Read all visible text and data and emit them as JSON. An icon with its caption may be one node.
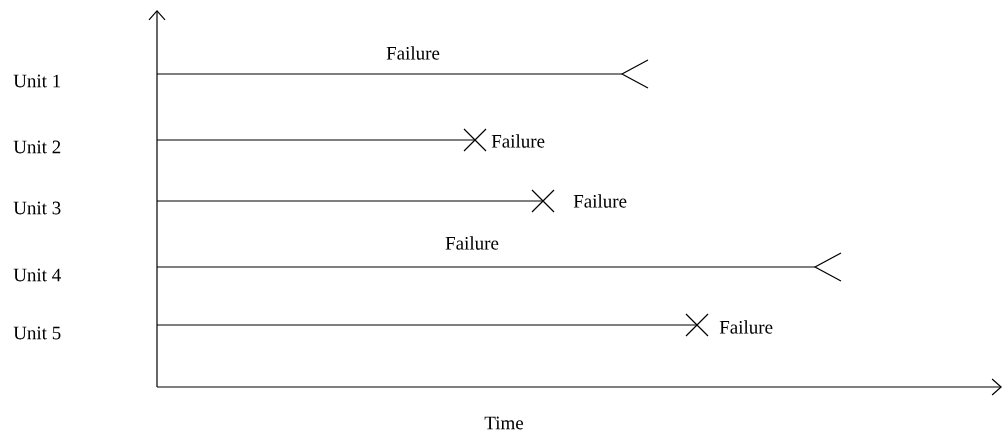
{
  "diagram": {
    "nodes": [
      {
        "text": [],
        "shape": "chevron"
      },
      {
        "text": [],
        "shape": "cross",
        "beside": [
          "Failure"
        ]
      },
      {
        "text": [],
        "shape": "cross",
        "beside": [
          "Failure"
        ]
      },
      {
        "text": [],
        "shape": "chevron"
      },
      {
        "text": [],
        "shape": "cross",
        "beside": [
          "Failure"
        ]
      }
    ],
    "edges": [
      {
        "from": null,
        "to": 0,
        "arrow": "none"
      },
      {
        "from": null,
        "to": 1,
        "arrow": "none"
      },
      {
        "from": null,
        "to": 2,
        "arrow": "none"
      },
      {
        "from": null,
        "to": 3,
        "arrow": "none"
      },
      {
        "from": null,
        "to": 4,
        "arrow": "none"
      }
    ],
    "labels": [
      "Failure",
      "Unit 1",
      "Unit 2",
      "Unit 3",
      "Failure",
      "Unit 4",
      "Unit 5",
      "Time"
    ]
  }
}
